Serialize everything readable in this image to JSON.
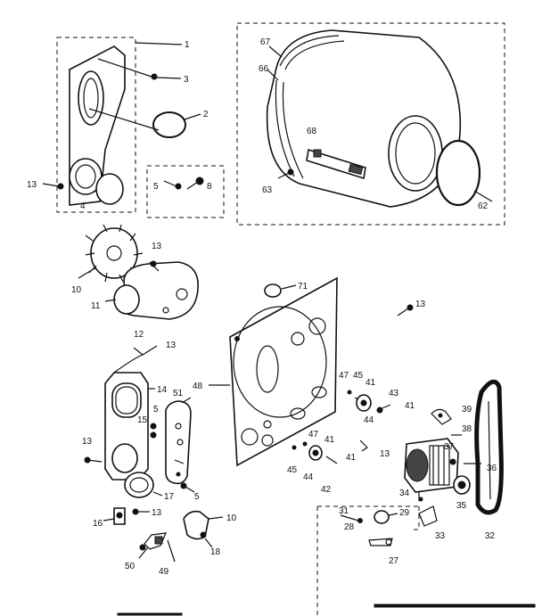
{
  "labels": {
    "l1": "1",
    "l3": "3",
    "l2": "2",
    "l13a": "13",
    "l4": "4",
    "l5a": "5",
    "l8": "8",
    "l67": "67",
    "l66": "66",
    "l68": "68",
    "l63": "63",
    "l62": "62",
    "l13b": "13",
    "l10": "10",
    "l11": "11",
    "l71": "71",
    "l13c": "13",
    "l12": "12",
    "l13d": "13",
    "l14": "14",
    "l51": "51",
    "l15": "15",
    "l5b": "5",
    "l13e": "13",
    "l17": "17",
    "l5c": "5",
    "l16": "16",
    "l13f": "13",
    "l50": "50",
    "l49": "49",
    "l10b": "10",
    "l18": "18",
    "l48": "48",
    "l47a": "47",
    "l45a": "45",
    "l41a": "41",
    "l43": "43",
    "l44a": "44",
    "l41b": "41",
    "l47b": "47",
    "l41c": "41",
    "l45b": "45",
    "l44b": "44",
    "l42": "42",
    "l41d": "41",
    "l13g": "13",
    "l39": "39",
    "l38": "38",
    "l37": "37",
    "l36": "36",
    "l34": "34",
    "l35": "35",
    "l32": "32",
    "l31": "31",
    "l28": "28",
    "l29": "29",
    "l33": "33",
    "l27": "27"
  }
}
